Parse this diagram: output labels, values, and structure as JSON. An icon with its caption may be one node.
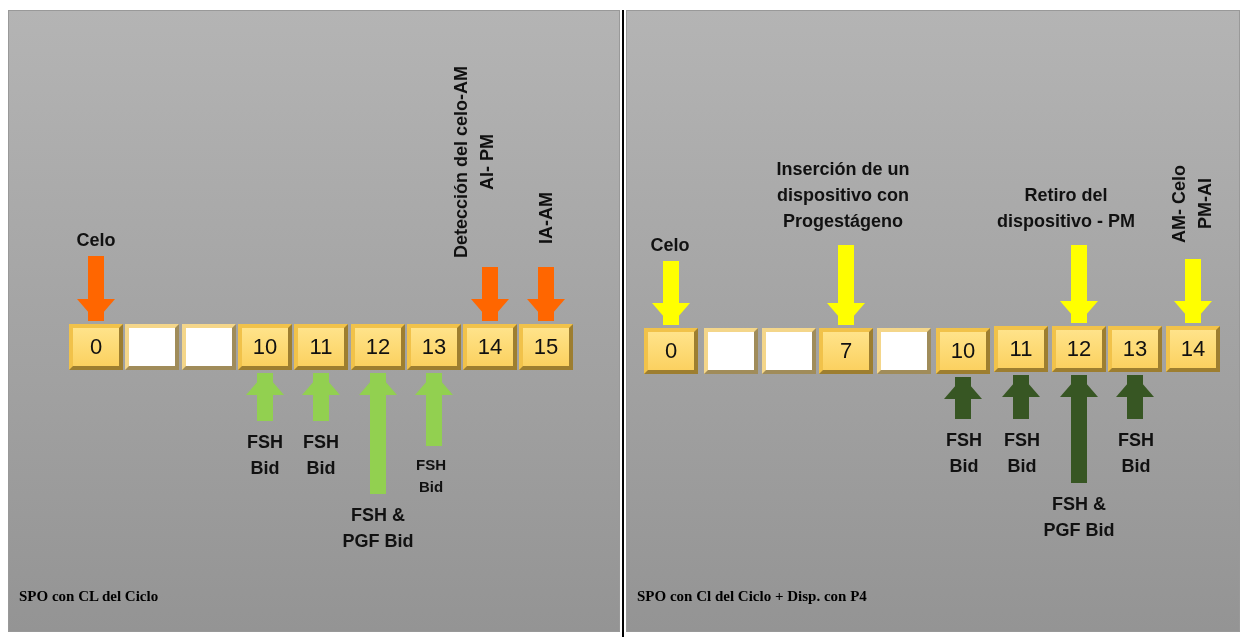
{
  "diagram": {
    "nodes": [
      {
        "text": [
          "SPO con CL del Ciclo"
        ]
      },
      {
        "text": [
          "0"
        ],
        "in": 0
      },
      {
        "text": [],
        "shape": "box",
        "in": 0
      },
      {
        "text": [],
        "shape": "box",
        "in": 0
      },
      {
        "text": [
          "10"
        ],
        "in": 0
      },
      {
        "text": [
          "11"
        ],
        "in": 0
      },
      {
        "text": [
          "12"
        ],
        "in": 0
      },
      {
        "text": [
          "13"
        ],
        "in": 0
      },
      {
        "text": [
          "14"
        ],
        "in": 0
      },
      {
        "text": [
          "15"
        ],
        "in": 0
      },
      {
        "text": [
          "Celo"
        ],
        "in": 0
      },
      {
        "text": [
          "Detección del celo-AM AI- PM"
        ],
        "in": 0
      },
      {
        "text": [
          "IA-AM"
        ],
        "in": 0
      },
      {
        "text": [
          "FSH Bid"
        ],
        "in": 0
      },
      {
        "text": [
          "FSH Bid"
        ],
        "in": 0
      },
      {
        "text": [
          "FSH & PGF Bid"
        ],
        "in": 0
      },
      {
        "text": [
          "FSH Bid"
        ],
        "in": 0
      },
      {
        "text": [
          "SPO con Cl del Ciclo + Disp. con P4"
        ]
      },
      {
        "text": [
          "0"
        ],
        "in": 17
      },
      {
        "text": [],
        "shape": "box",
        "in": 17
      },
      {
        "text": [],
        "shape": "box",
        "in": 17
      },
      {
        "text": [
          "7"
        ],
        "in": 17
      },
      {
        "text": [],
        "shape": "box",
        "in": 17
      },
      {
        "text": [
          "10"
        ],
        "in": 17
      },
      {
        "text": [
          "11"
        ],
        "in": 17
      },
      {
        "text": [
          "12"
        ],
        "in": 17
      },
      {
        "text": [
          "13"
        ],
        "in": 17
      },
      {
        "text": [
          "14"
        ],
        "in": 17
      },
      {
        "text": [
          "Celo"
        ],
        "in": 17
      },
      {
        "text": [
          "Inserción de un dispositivo con Progestágeno"
        ],
        "in": 17
      },
      {
        "text": [
          "Retiro del dispositivo - PM"
        ],
        "in": 17
      },
      {
        "text": [
          "AM- Celo PM-AI"
        ],
        "in": 17
      },
      {
        "text": [
          "FSH Bid"
        ],
        "in": 17
      },
      {
        "text": [
          "FSH Bid"
        ],
        "in": 17
      },
      {
        "text": [
          "FSH & PGF Bid"
        ],
        "in": 17
      },
      {
        "text": [
          "FSH Bid"
        ],
        "in": 17
      }
    ],
    "edges": [
      {
        "from": 10,
        "to": 1,
        "arrow": "to",
        "color": "#ff6600"
      },
      {
        "from": 11,
        "to": 8,
        "arrow": "to",
        "color": "#ff6600"
      },
      {
        "from": 12,
        "to": 9,
        "arrow": "to",
        "color": "#ff6600"
      },
      {
        "from": 13,
        "to": 4,
        "arrow": "to",
        "color": "#92d050"
      },
      {
        "from": 14,
        "to": 5,
        "arrow": "to",
        "color": "#92d050"
      },
      {
        "from": 15,
        "to": 6,
        "arrow": "to",
        "color": "#92d050"
      },
      {
        "from": 16,
        "to": 7,
        "arrow": "to",
        "color": "#92d050"
      },
      {
        "from": 28,
        "to": 18,
        "arrow": "to",
        "color": "#ffff00"
      },
      {
        "from": 29,
        "to": 21,
        "arrow": "to",
        "color": "#ffff00"
      },
      {
        "from": 30,
        "to": 25,
        "arrow": "to",
        "color": "#ffff00"
      },
      {
        "from": 31,
        "to": 27,
        "arrow": "to",
        "color": "#ffff00"
      },
      {
        "from": 32,
        "to": 23,
        "arrow": "to",
        "color": "#375623"
      },
      {
        "from": 33,
        "to": 24,
        "arrow": "to",
        "color": "#375623"
      },
      {
        "from": 34,
        "to": 25,
        "arrow": "to",
        "color": "#375623"
      },
      {
        "from": 35,
        "to": 26,
        "arrow": "to",
        "color": "#375623"
      }
    ]
  }
}
